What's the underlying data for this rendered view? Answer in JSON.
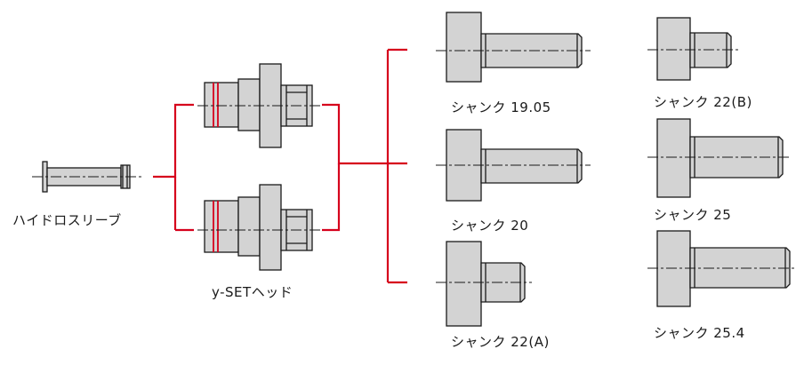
{
  "labels": {
    "hydro_sleeve": "ハイドロスリーブ",
    "yset_head": "y-SETヘッド",
    "shank_1905": "シャンク 19.05",
    "shank_20": "シャンク 20",
    "shank_22a": "シャンク 22(A)",
    "shank_22b": "シャンク 22(B)",
    "shank_25": "シャンク 25",
    "shank_254": "シャンク 25.4"
  },
  "colors": {
    "connector": "#d6001c",
    "part_fill": "#d3d3d3",
    "outline": "#1a1a1a",
    "ring": "#d6001c"
  }
}
